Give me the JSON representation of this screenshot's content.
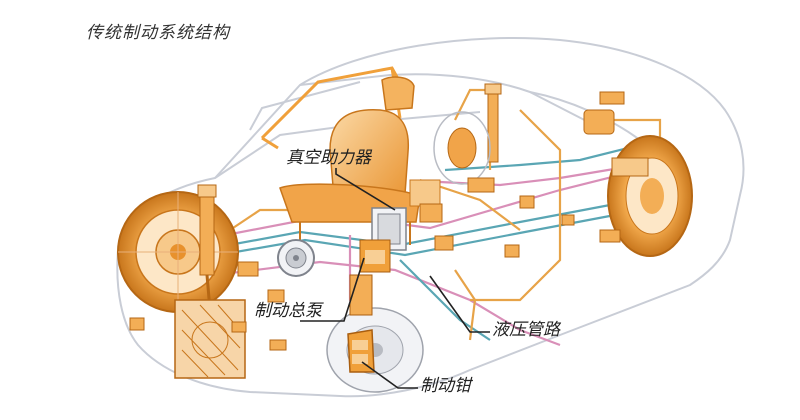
{
  "title": "传统制动系统结构",
  "labels": {
    "vacuum_booster": "真空助力器",
    "master_cylinder": "制动总泵",
    "hydraulic_lines": "液压管路",
    "brake_caliper": "制动钳"
  },
  "colors": {
    "body_outline": "#c9cdd6",
    "orange": "#f0a03a",
    "orange_light": "#f7c98a",
    "orange_dark": "#c8761c",
    "line_teal": "#5aa6b4",
    "line_pink": "#d98fb8",
    "leader": "#222222"
  }
}
